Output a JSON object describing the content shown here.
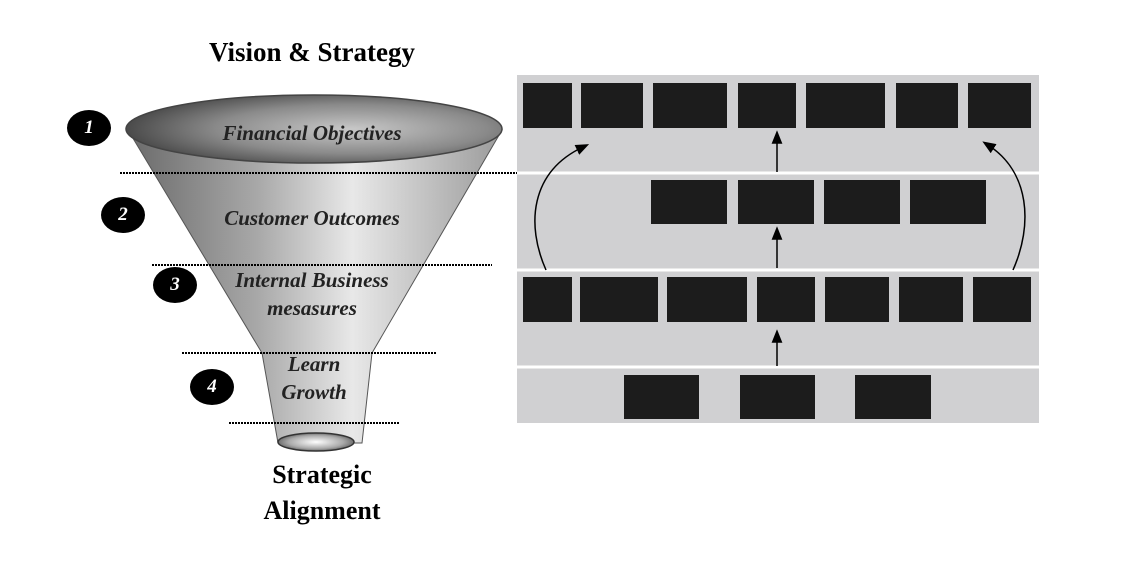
{
  "title": "Vision & Strategy",
  "bottom_label": [
    "Strategic",
    "Alignment"
  ],
  "levels": [
    {
      "number": "1",
      "lines": [
        "Financial Objectives"
      ]
    },
    {
      "number": "2",
      "lines": [
        "Customer Outcomes"
      ]
    },
    {
      "number": "3",
      "lines": [
        "Internal Business",
        "mesasures"
      ]
    },
    {
      "number": "4",
      "lines": [
        "Learn",
        "Growth"
      ]
    }
  ],
  "colors": {
    "panel": "#d0d0d2",
    "separator": "#ffffff",
    "block": "#1c1c1c",
    "funnel_dark": "#555555",
    "funnel_light": "#e6e6e6"
  }
}
